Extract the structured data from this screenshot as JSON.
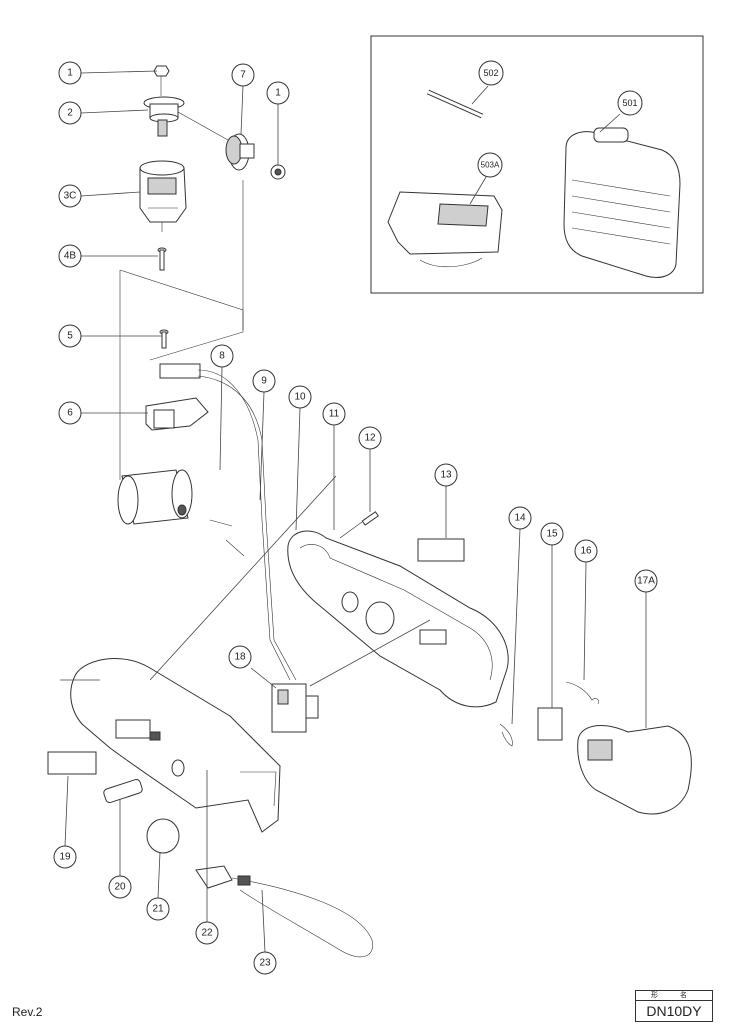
{
  "revision": "Rev.2",
  "model_box": {
    "header": "形 名",
    "model": "DN10DY"
  },
  "callouts": [
    "1",
    "2",
    "7",
    "1",
    "3C",
    "4B",
    "5",
    "6",
    "8",
    "9",
    "10",
    "11",
    "12",
    "13",
    "14",
    "15",
    "16",
    "17A",
    "18",
    "19",
    "20",
    "21",
    "22",
    "23",
    "502",
    "501",
    "503A"
  ]
}
